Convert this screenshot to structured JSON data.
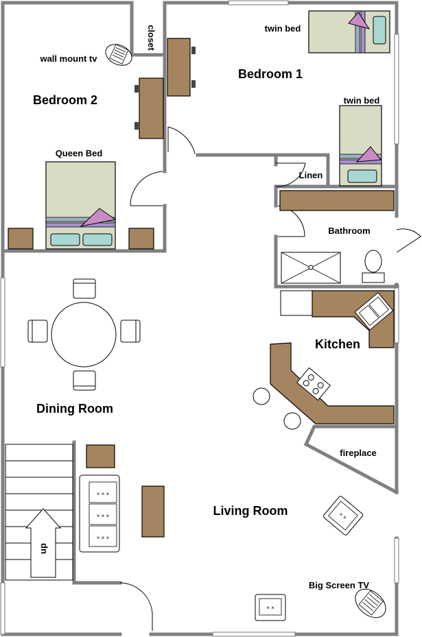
{
  "rooms": {
    "bedroom1": "Bedroom 1",
    "bedroom2": "Bedroom 2",
    "bathroom": "Bathroom",
    "kitchen": "Kitchen",
    "dining": "Dining Room",
    "living": "Living Room"
  },
  "labels": {
    "closet": "closet",
    "wall_tv": "wall mount tv",
    "queen_bed": "Queen Bed",
    "twin_bed_1": "twin bed",
    "twin_bed_2": "twin bed",
    "linen": "Linen",
    "fireplace": "fireplace",
    "big_tv": "Big Screen TV",
    "stairs": "up"
  },
  "colors": {
    "wall": "#808080",
    "furniture": "#a5855f",
    "bed": "#d8dcc4",
    "pillow": "#a9d7d2",
    "blanket_pink": "#c98bc5",
    "blanket_purple": "#a48fcf"
  }
}
